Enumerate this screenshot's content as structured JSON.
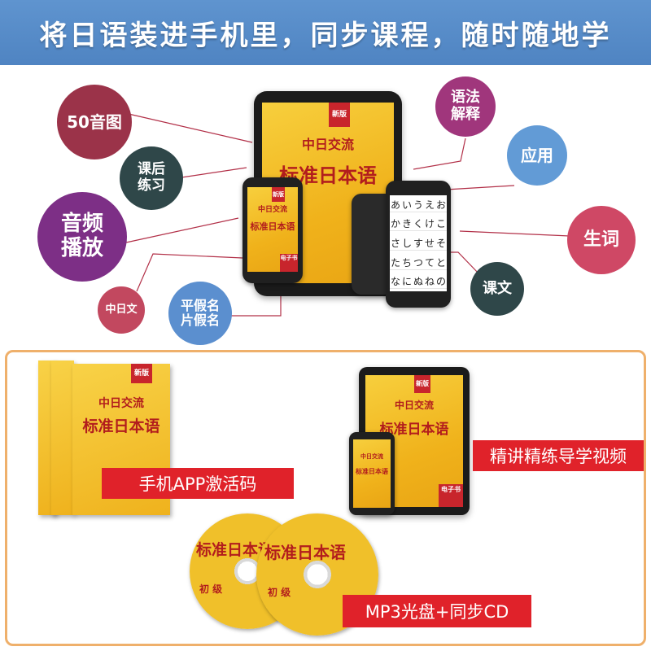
{
  "banner": {
    "title": "将日语装进手机里，同步课程，随时随地学"
  },
  "features": {
    "gojuon": "50音图",
    "exercise": "课后\n练习",
    "audio": "音频\n播放",
    "cn_jp": "中日文",
    "kana": "平假名\n片假名",
    "grammar": "语法\n解释",
    "apply": "应用",
    "vocab": "生词",
    "text": "课文"
  },
  "cover": {
    "new_edition": "新版",
    "series": "中日交流",
    "title": "标准日本语",
    "ebook": "电子书"
  },
  "kana_grid": [
    "あ",
    "い",
    "う",
    "え",
    "お",
    "か",
    "き",
    "く",
    "け",
    "こ",
    "さ",
    "し",
    "す",
    "せ",
    "そ",
    "た",
    "ち",
    "つ",
    "て",
    "と",
    "な",
    "に",
    "ぬ",
    "ね",
    "の"
  ],
  "products": {
    "app_code": "手机APP激活码",
    "video": "精讲精练导学视频",
    "mp3": "MP3光盘+同步CD"
  },
  "disc": {
    "label": "初 级"
  },
  "colors": {
    "banner": "#5f94cf",
    "gojuon": "#9b3349",
    "exercise": "#2f4749",
    "audio": "#7d2f86",
    "cn_jp": "#c2485f",
    "kana": "#5b8fcf",
    "grammar": "#a0367c",
    "apply": "#629bd6",
    "vocab": "#cf4865",
    "text": "#2f4749",
    "red_label": "#e0222a",
    "panel_border": "#efb06b"
  }
}
